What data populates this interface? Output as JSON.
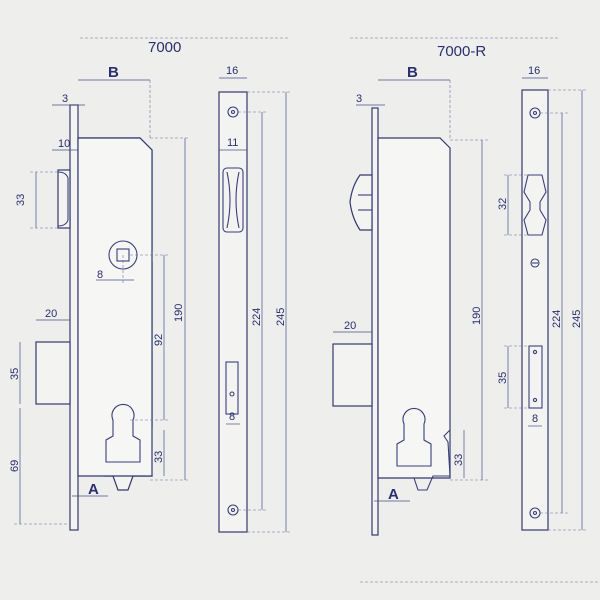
{
  "left_model": {
    "title": "7000",
    "dims": {
      "B": "B",
      "A": "A",
      "3": "3",
      "10": "10",
      "33": "33",
      "8": "8",
      "20": "20",
      "35": "35",
      "69": "69",
      "92": "92",
      "190": "190",
      "33b": "33",
      "16": "16",
      "11": "11",
      "224": "224",
      "245": "245",
      "8b": "8"
    }
  },
  "right_model": {
    "title": "7000-R",
    "dims": {
      "B": "B",
      "A": "A",
      "3": "3",
      "20": "20",
      "190": "190",
      "33": "33",
      "16": "16",
      "32": "32",
      "35": "35",
      "8": "8",
      "224": "224",
      "245": "245"
    }
  },
  "colors": {
    "ink": "#2a2f6e",
    "paper": "#eeeeec"
  }
}
